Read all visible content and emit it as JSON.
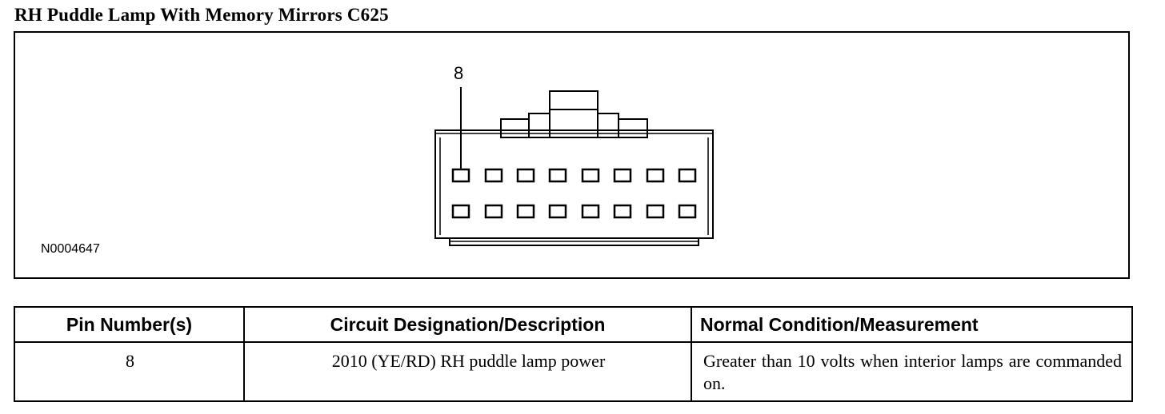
{
  "title": "RH Puddle Lamp With Memory Mirrors C625",
  "diagram": {
    "code": "N0004647",
    "pin_callout": "8",
    "connector": {
      "rows": 2,
      "pins_per_row": 8
    }
  },
  "table": {
    "headers": [
      "Pin Number(s)",
      "Circuit Designation/Description",
      "Normal Condition/Measurement"
    ],
    "rows": [
      {
        "pin": "8",
        "circuit": "2010 (YE/RD) RH puddle lamp power",
        "condition": "Greater than 10 volts when interior lamps are commanded on."
      }
    ]
  }
}
